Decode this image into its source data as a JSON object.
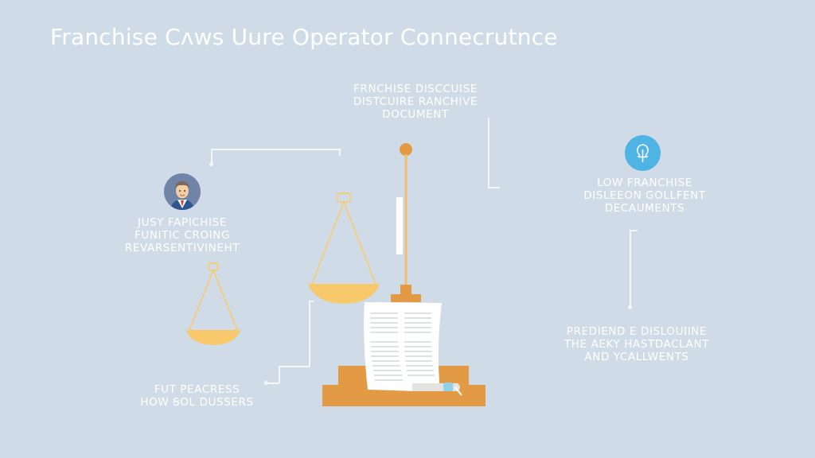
{
  "title": "Franchise Cʌws Uure Operator Connecrutnce",
  "labels": {
    "top_center": [
      "FRNCHISE DISCCUISE",
      "DISTCUIRE RANCHIVE",
      "DOCUMENT"
    ],
    "left_upper": [
      "JUSY FAPICHISE",
      "FUNITIC CROING",
      "REVARSENTIVINEHT"
    ],
    "right_upper": [
      "LOW FRANCHISE",
      "DISLEEON GOLLFENT",
      "DECAUMENTS"
    ],
    "right_lower": [
      "PREDIEND E DISLOUIINE",
      "THE AEKY HASTDACLANT",
      "AND YCALLWENTS"
    ],
    "left_lower": [
      "FUT PEACRESS",
      "HOW ꞩOL DUSSERS"
    ]
  },
  "icons": {
    "avatar": "person-avatar-icon",
    "bulb": "lightbulb-icon",
    "scale_left": "scale-pan-icon",
    "scale_right": "scale-pan-icon",
    "document": "document-icon",
    "magnifier": "magnifier-icon"
  },
  "colors": {
    "background": "#cfdbe7",
    "text": "#ffffff",
    "gold": "#f7c96a",
    "orange": "#e39a45",
    "bulb": "#4fb3e3",
    "avatar": "#6f84a6"
  }
}
